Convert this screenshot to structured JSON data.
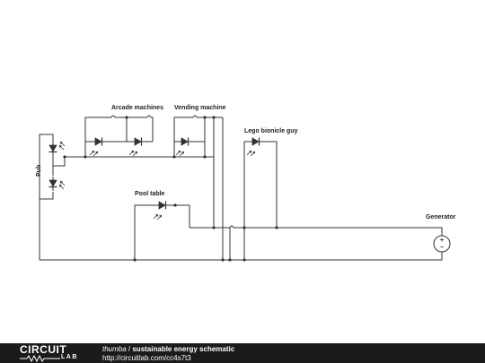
{
  "schematic": {
    "labels": {
      "arcade": "Arcade machines",
      "vending": "Vending machine",
      "lego": "Lego bionicle guy",
      "pool": "Pool table",
      "generator": "Generator",
      "pub": "Pub"
    },
    "generator_symbol": {
      "plus": "+",
      "minus": "−"
    }
  },
  "footer": {
    "logo_top": "CIRCUIT",
    "logo_bottom": "LAB",
    "author": "thumba",
    "separator": " / ",
    "title": "sustainable energy schematic",
    "url": "http://circuitlab.com/cc4s7t3"
  },
  "colors": {
    "wire": "#333333",
    "footer_bg": "#1b1b1b"
  }
}
